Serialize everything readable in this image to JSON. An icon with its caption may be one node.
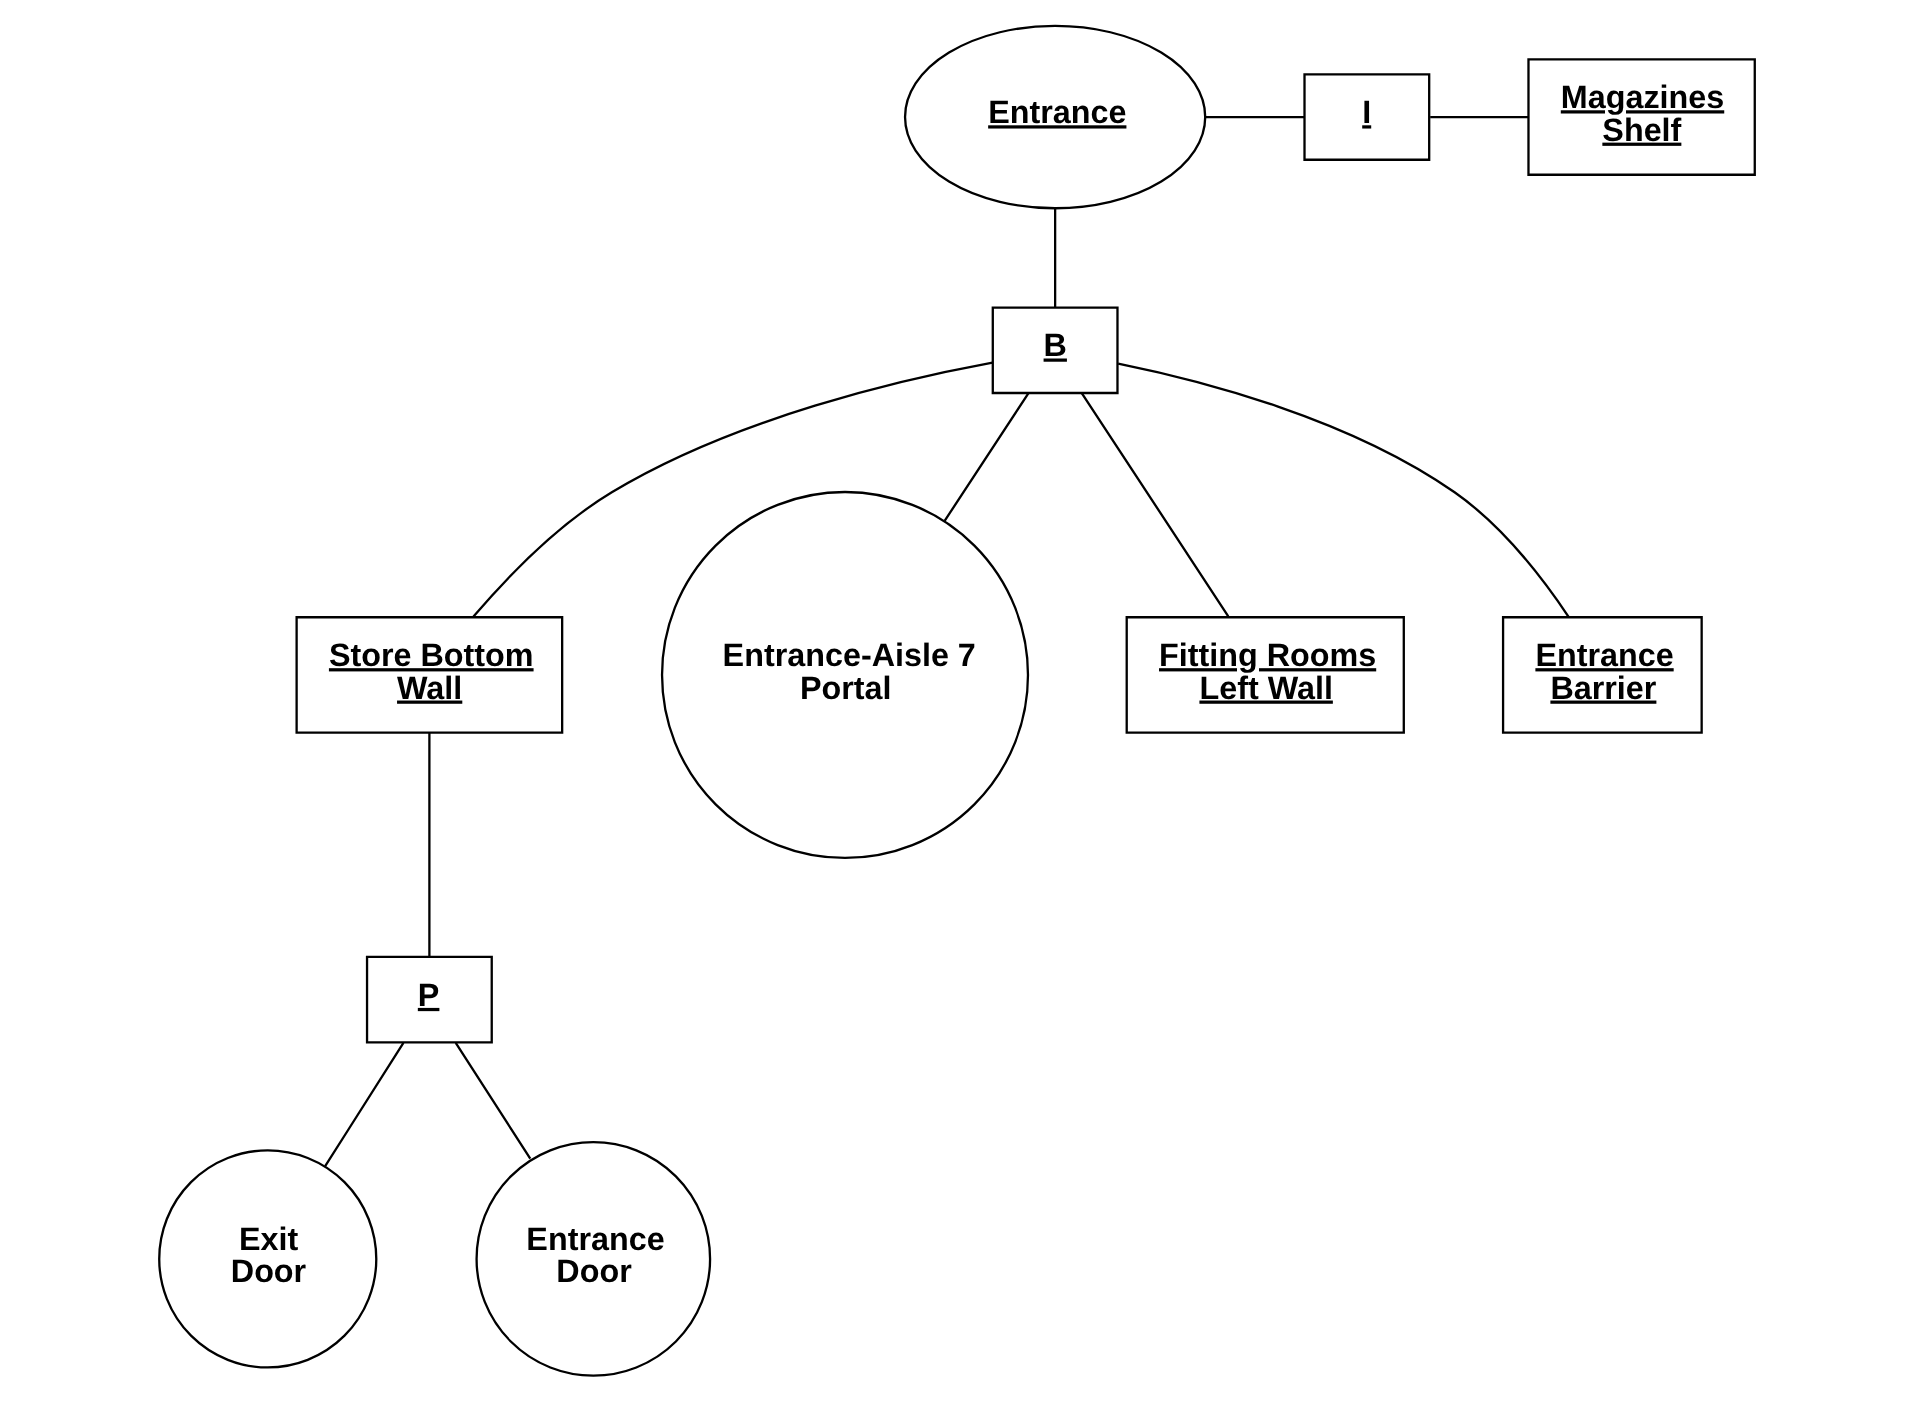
{
  "diagram": {
    "nodes": [
      {
        "text": [
          "Entrance"
        ]
      },
      {
        "text": [
          "I"
        ]
      },
      {
        "text": [
          "Magazines Shelf"
        ]
      },
      {
        "text": [
          "B"
        ]
      },
      {
        "text": [
          "Store Bottom Wall"
        ]
      },
      {
        "text": [
          "Entrance-Aisle 7 Portal"
        ]
      },
      {
        "text": [
          "Fitting Rooms Left Wall"
        ]
      },
      {
        "text": [
          "Entrance Barrier"
        ]
      },
      {
        "text": [
          "P"
        ]
      },
      {
        "text": [
          "Exit Door"
        ]
      },
      {
        "text": [
          "Entrance Door"
        ]
      }
    ],
    "edges": [
      {
        "from": 0,
        "to": 1,
        "arrow": "none"
      },
      {
        "from": 1,
        "to": 2,
        "arrow": "none"
      },
      {
        "from": 0,
        "to": 3,
        "arrow": "none"
      },
      {
        "from": 3,
        "to": 4,
        "arrow": "none"
      },
      {
        "from": 3,
        "to": 5,
        "arrow": "none"
      },
      {
        "from": 3,
        "to": 6,
        "arrow": "none"
      },
      {
        "from": 3,
        "to": 7,
        "arrow": "none"
      },
      {
        "from": 4,
        "to": 8,
        "arrow": "none"
      },
      {
        "from": 8,
        "to": 9,
        "arrow": "none"
      },
      {
        "from": 8,
        "to": 10,
        "arrow": "none"
      }
    ]
  }
}
